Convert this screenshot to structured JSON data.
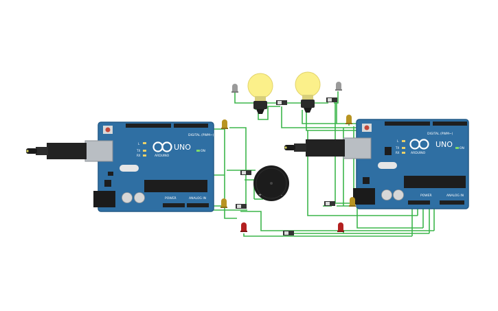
{
  "colors": {
    "background": "#ffffff",
    "board": "#2f6fa3",
    "board_edge": "#245a87",
    "wire": "#3bb54a",
    "header": "#1f1f1f",
    "chip": "#1d1d1d",
    "bulb_glass": "#fbf08a",
    "bulb_base": "#2a2a2a",
    "led_yellow": "#b89422",
    "led_grey": "#9a9a9a",
    "led_red": "#b32020",
    "buzzer": "#1c1c1c",
    "usb_metal": "#b9bec3",
    "usb_plug": "#222222",
    "switch_body": "#333333"
  },
  "left_board": {
    "name": "UNO",
    "brand": "ARDUINO",
    "digital_label": "DIGITAL (PWM~)",
    "power_label": "POWER",
    "analog_label": "ANALOG IN",
    "on_label": "ON",
    "tx_label": "TX",
    "rx_label": "RX",
    "l_label": "L"
  },
  "right_board": {
    "name": "UNO",
    "brand": "ARDUINO",
    "digital_label": "DIGITAL (PWM~)",
    "power_label": "POWER",
    "analog_label": "ANALOG IN",
    "on_label": "ON",
    "tx_label": "TX",
    "rx_label": "RX",
    "l_label": "L"
  },
  "components": {
    "buzzer_plus": "+",
    "buzzer_minus": "-"
  },
  "icons": {
    "plug": "usb-plug-icon",
    "bulb": "light-bulb-icon",
    "led": "led-icon",
    "buzzer": "piezo-buzzer-icon",
    "switch": "slide-switch-icon",
    "infinity": "arduino-infinity-logo"
  }
}
